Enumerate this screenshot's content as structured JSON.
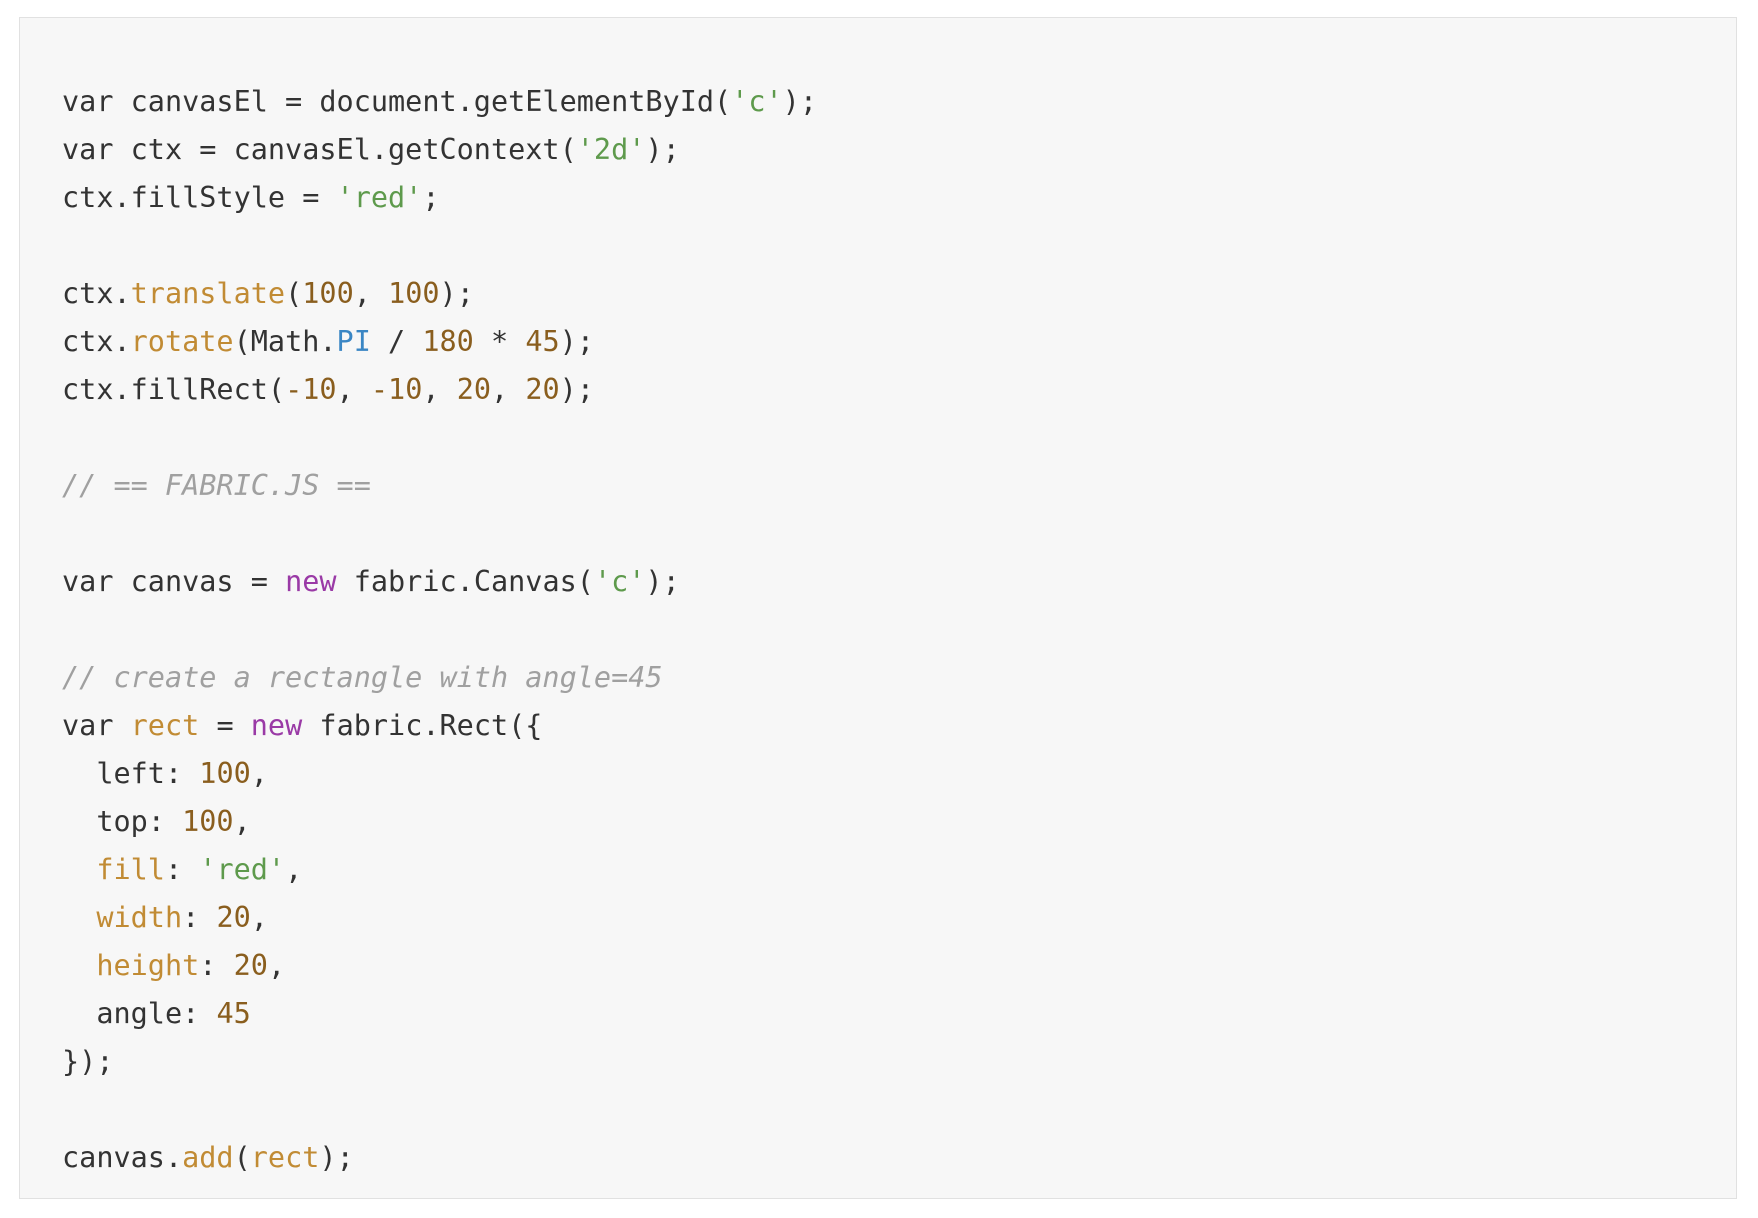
{
  "code_block": {
    "language": "javascript",
    "background": "#f7f7f7",
    "token_colors": {
      "plain": "#333333",
      "string": "#5e9a4c",
      "number": "#8a5e1e",
      "function": "#c18b34",
      "keyword": "#9a3aa6",
      "constant": "#3a86c4",
      "comment": "#a0a0a0"
    },
    "lines": [
      [
        [
          "plain",
          "var canvasEl = document.getElementById("
        ],
        [
          "string",
          "'c'"
        ],
        [
          "plain",
          ");"
        ]
      ],
      [
        [
          "plain",
          "var ctx = canvasEl.getContext("
        ],
        [
          "string",
          "'2d'"
        ],
        [
          "plain",
          ");"
        ]
      ],
      [
        [
          "plain",
          "ctx.fillStyle = "
        ],
        [
          "string",
          "'red'"
        ],
        [
          "plain",
          ";"
        ]
      ],
      [],
      [
        [
          "plain",
          "ctx."
        ],
        [
          "func",
          "translate"
        ],
        [
          "plain",
          "("
        ],
        [
          "number",
          "100"
        ],
        [
          "plain",
          ", "
        ],
        [
          "number",
          "100"
        ],
        [
          "plain",
          ");"
        ]
      ],
      [
        [
          "plain",
          "ctx."
        ],
        [
          "func",
          "rotate"
        ],
        [
          "plain",
          "(Math."
        ],
        [
          "const",
          "PI"
        ],
        [
          "plain",
          " / "
        ],
        [
          "number",
          "180"
        ],
        [
          "plain",
          " * "
        ],
        [
          "number",
          "45"
        ],
        [
          "plain",
          ");"
        ]
      ],
      [
        [
          "plain",
          "ctx.fillRect("
        ],
        [
          "number",
          "-10"
        ],
        [
          "plain",
          ", "
        ],
        [
          "number",
          "-10"
        ],
        [
          "plain",
          ", "
        ],
        [
          "number",
          "20"
        ],
        [
          "plain",
          ", "
        ],
        [
          "number",
          "20"
        ],
        [
          "plain",
          ");"
        ]
      ],
      [],
      [
        [
          "comment",
          "// == FABRIC.JS =="
        ]
      ],
      [],
      [
        [
          "plain",
          "var canvas = "
        ],
        [
          "keyword",
          "new"
        ],
        [
          "plain",
          " fabric.Canvas("
        ],
        [
          "string",
          "'c'"
        ],
        [
          "plain",
          ");"
        ]
      ],
      [],
      [
        [
          "comment",
          "// create a rectangle with angle=45"
        ]
      ],
      [
        [
          "plain",
          "var "
        ],
        [
          "func",
          "rect"
        ],
        [
          "plain",
          " = "
        ],
        [
          "keyword",
          "new"
        ],
        [
          "plain",
          " fabric.Rect({"
        ]
      ],
      [
        [
          "plain",
          "  left: "
        ],
        [
          "number",
          "100"
        ],
        [
          "plain",
          ","
        ]
      ],
      [
        [
          "plain",
          "  top: "
        ],
        [
          "number",
          "100"
        ],
        [
          "plain",
          ","
        ]
      ],
      [
        [
          "plain",
          "  "
        ],
        [
          "func",
          "fill"
        ],
        [
          "plain",
          ": "
        ],
        [
          "string",
          "'red'"
        ],
        [
          "plain",
          ","
        ]
      ],
      [
        [
          "plain",
          "  "
        ],
        [
          "func",
          "width"
        ],
        [
          "plain",
          ": "
        ],
        [
          "number",
          "20"
        ],
        [
          "plain",
          ","
        ]
      ],
      [
        [
          "plain",
          "  "
        ],
        [
          "func",
          "height"
        ],
        [
          "plain",
          ": "
        ],
        [
          "number",
          "20"
        ],
        [
          "plain",
          ","
        ]
      ],
      [
        [
          "plain",
          "  angle: "
        ],
        [
          "number",
          "45"
        ]
      ],
      [
        [
          "plain",
          "});"
        ]
      ],
      [],
      [
        [
          "plain",
          "canvas."
        ],
        [
          "func",
          "add"
        ],
        [
          "plain",
          "("
        ],
        [
          "func",
          "rect"
        ],
        [
          "plain",
          ");"
        ]
      ]
    ]
  }
}
